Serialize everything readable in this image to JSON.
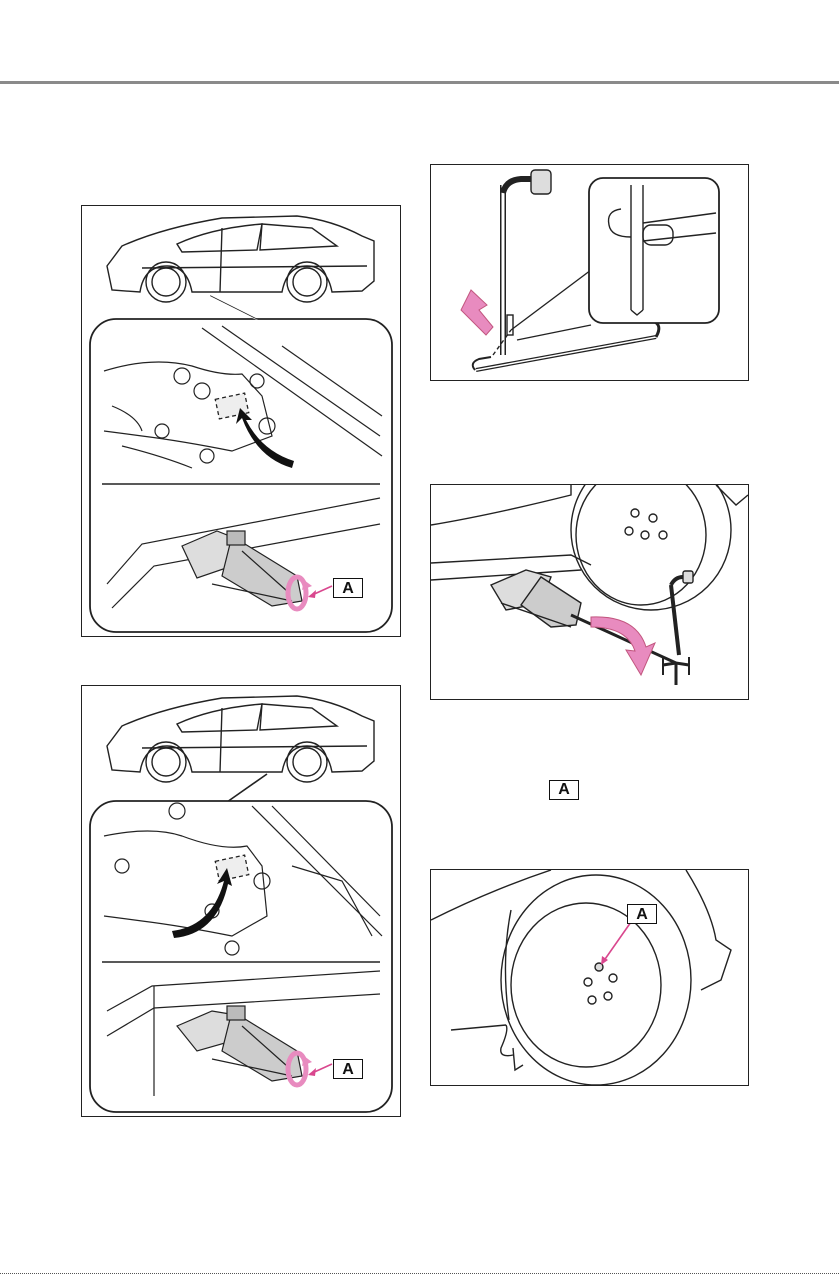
{
  "callout_label": "A",
  "figures": {
    "front_jack_point": {
      "callout": "A"
    },
    "rear_jack_point": {
      "callout": "A"
    },
    "jack_handle_assembly": {},
    "raising_vehicle": {},
    "wheel_removal": {
      "callout": "A"
    }
  },
  "colors": {
    "rotation_arrow": "#e88bbf",
    "callout_arrow": "#d9478e",
    "line_art": "#222222",
    "header_rule": "#8a8a8a"
  }
}
